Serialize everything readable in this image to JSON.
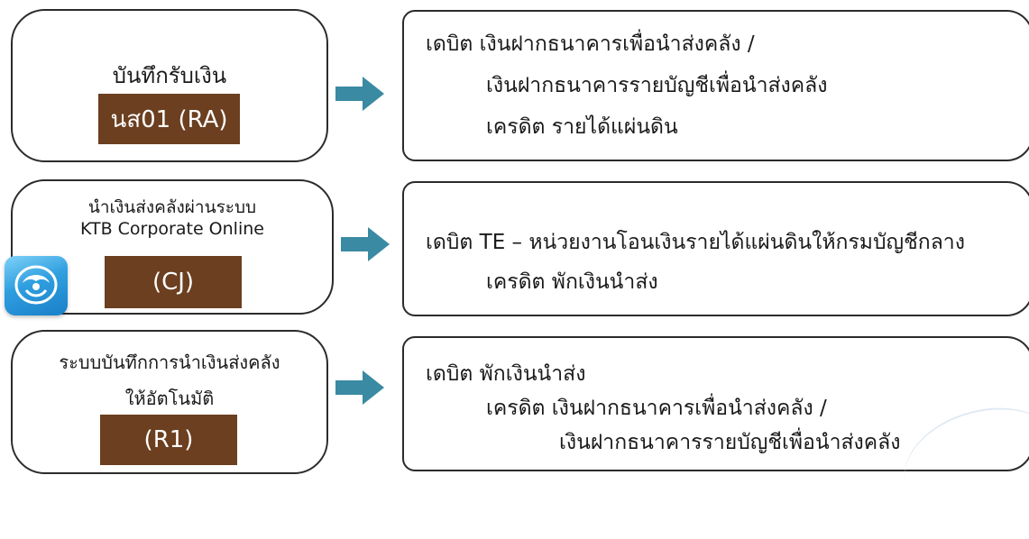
{
  "rows": [
    {
      "left": {
        "title_lines": [
          "บันทึกรับเงิน"
        ],
        "code": "นส01 (RA)"
      },
      "right": {
        "lines": [
          "เดบิต เงินฝากธนาคารเพื่อนำส่งคลัง /",
          "เงินฝากธนาคารรายบัญชีเพื่อนำส่งคลัง",
          "เครดิต รายได้แผ่นดิน"
        ]
      }
    },
    {
      "left": {
        "title_lines": [
          "นำเงินส่งคลังผ่านระบบ",
          "KTB Corporate Online"
        ],
        "code": "(CJ)"
      },
      "right": {
        "lines": [
          "เดบิต TE – หน่วยงานโอนเงินรายได้แผ่นดินให้กรมบัญชีกลาง",
          "เครดิต พักเงินนำส่ง"
        ]
      }
    },
    {
      "left": {
        "title_lines": [
          "ระบบบันทึกการนำเงินส่งคลัง",
          "ให้อัตโนมัติ"
        ],
        "code": "(R1)"
      },
      "right": {
        "lines": [
          "เดบิต พักเงินนำส่ง",
          "เครดิต เงินฝากธนาคารเพื่อนำส่งคลัง /",
          "เงินฝากธนาคารรายบัญชีเพื่อนำส่งคลัง"
        ]
      }
    }
  ],
  "icons": {
    "arrow": "right-arrow-icon",
    "bank_logo": "ktb-bank-logo-icon"
  },
  "colors": {
    "code_bg": "#6b3f1f",
    "arrow": "#3a8aa3",
    "logo": "#2f9fe0"
  }
}
